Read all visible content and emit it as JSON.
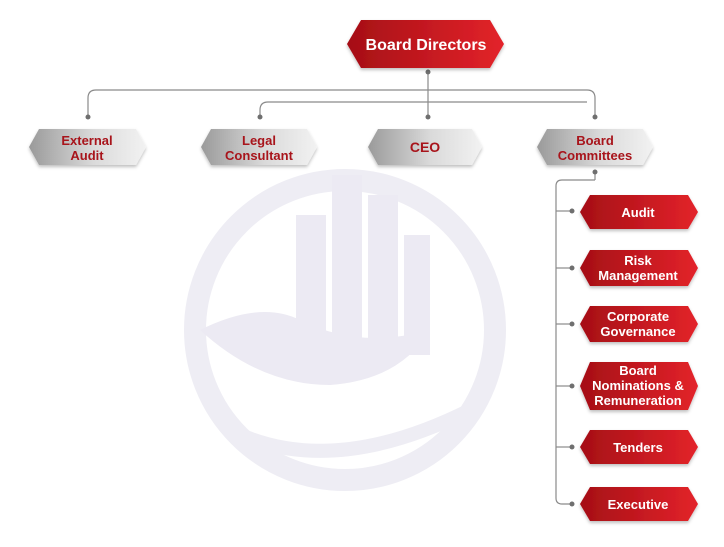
{
  "org_chart": {
    "root": {
      "lines": [
        "Board Directors"
      ]
    },
    "level1": [
      {
        "lines": [
          "External",
          "Audit"
        ]
      },
      {
        "lines": [
          "Legal",
          "Consultant"
        ]
      },
      {
        "lines": [
          "CEO"
        ]
      },
      {
        "lines": [
          "Board",
          "Committees"
        ]
      }
    ],
    "committees": [
      {
        "lines": [
          "Audit"
        ]
      },
      {
        "lines": [
          "Risk",
          "Management"
        ]
      },
      {
        "lines": [
          "Corporate",
          "Governance"
        ]
      },
      {
        "lines": [
          "Board",
          "Nominations &",
          "Remuneration"
        ]
      },
      {
        "lines": [
          "Tenders"
        ]
      },
      {
        "lines": [
          "Executive"
        ]
      }
    ]
  },
  "colors": {
    "red_dark": "#a50f16",
    "red_light": "#e3232a",
    "gray_dark": "#9a9a9a",
    "gray_light": "#e6e6e6",
    "label_on_gray": "#a8141b",
    "connector": "#8a8a8a"
  }
}
